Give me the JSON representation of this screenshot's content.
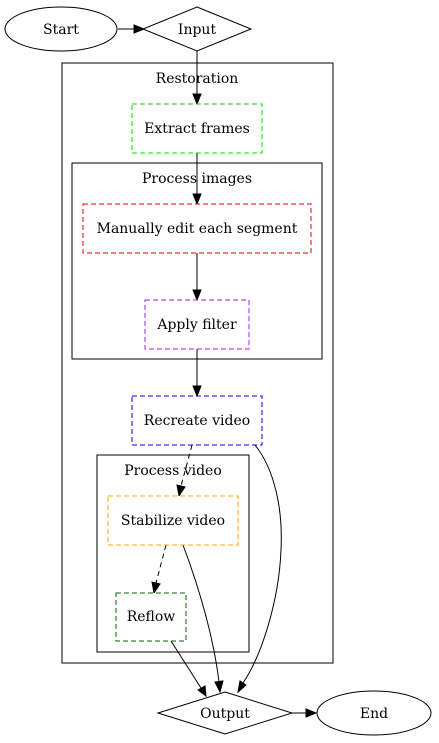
{
  "nodes": {
    "start": "Start",
    "input": "Input",
    "extract_frames": "Extract frames",
    "manually_edit": "Manually edit each segment",
    "apply_filter": "Apply filter",
    "recreate_video": "Recreate video",
    "stabilize_video": "Stabilize video",
    "reflow": "Reflow",
    "output": "Output",
    "end": "End"
  },
  "clusters": {
    "restoration": "Restoration",
    "process_images": "Process images",
    "process_video": "Process video"
  },
  "colors": {
    "extract_frames": "#00dd00",
    "manually_edit": "#ee0000",
    "apply_filter": "#a020f0",
    "recreate_video": "#0000ff",
    "stabilize_video": "#ffa500",
    "reflow": "#006400"
  },
  "edges": [
    {
      "from": "start",
      "to": "input",
      "style": "solid"
    },
    {
      "from": "input",
      "to": "extract_frames",
      "style": "solid"
    },
    {
      "from": "extract_frames",
      "to": "manually_edit",
      "style": "solid"
    },
    {
      "from": "manually_edit",
      "to": "apply_filter",
      "style": "solid"
    },
    {
      "from": "apply_filter",
      "to": "recreate_video",
      "style": "solid"
    },
    {
      "from": "recreate_video",
      "to": "stabilize_video",
      "style": "dashed"
    },
    {
      "from": "recreate_video",
      "to": "output",
      "style": "solid"
    },
    {
      "from": "stabilize_video",
      "to": "reflow",
      "style": "dashed"
    },
    {
      "from": "stabilize_video",
      "to": "output",
      "style": "solid"
    },
    {
      "from": "reflow",
      "to": "output",
      "style": "solid"
    },
    {
      "from": "output",
      "to": "end",
      "style": "solid"
    }
  ]
}
